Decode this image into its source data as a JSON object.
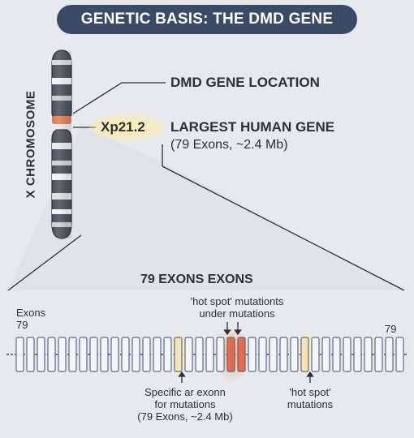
{
  "header": {
    "title": "GENETIC BASIS: THE DMD GENE"
  },
  "chromosome": {
    "label": "X CHROMOSOME",
    "band": "Xp21.2"
  },
  "annotations": {
    "location": "DMD GENE LOCATION",
    "largest": "LARGEST HUMAN GENE",
    "largest_sub": "(79 Exons, ~2.4 Mb)"
  },
  "exon_map": {
    "title": "79 EXONS EXONS",
    "left_label_line1": "Exons",
    "left_label_line2": "79",
    "right_label": "79",
    "hotspot_top_line1": "'hot spot' mutationts",
    "hotspot_top_line2": "under mutations",
    "specific_line1": "Specific ar exonn",
    "specific_line2": "for mutations",
    "specific_line3": "(79 Exons, ~2.4 Mb)",
    "hotspot_bottom_line1": "'hot spot'",
    "hotspot_bottom_line2": "mutations"
  },
  "colors": {
    "title_bg": "#3b4a66",
    "centromere": "#e07c52",
    "exon_fill": "#f3f5fb",
    "exon_stroke": "#5d6a86",
    "hotspot_red": "#e8684a",
    "highlight_yellow": "#f6e3b6"
  }
}
